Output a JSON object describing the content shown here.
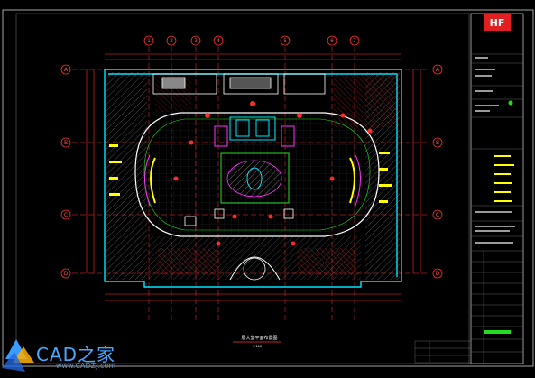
{
  "drawing": {
    "title": "一层大堂平面布置图",
    "scale": "1:100",
    "grid_top": [
      "1",
      "2",
      "3",
      "4",
      "5",
      "6",
      "7"
    ],
    "grid_left": [
      "A",
      "B",
      "C",
      "D"
    ],
    "grid_right": [
      "A",
      "B",
      "C",
      "D"
    ]
  },
  "title_block": {
    "logo_text": "HF",
    "rows": 28
  },
  "watermark": {
    "brand": "CAD之家",
    "url": "www.CADZJ.com"
  },
  "colors": {
    "background": "#000000",
    "walls": "#00ffff",
    "dimension": "#ff2a2a",
    "hatch": "#c0c0c0",
    "accent_green": "#22dd22",
    "accent_yellow": "#ffff00",
    "accent_magenta": "#ff33ff",
    "border": "#ffffff"
  }
}
